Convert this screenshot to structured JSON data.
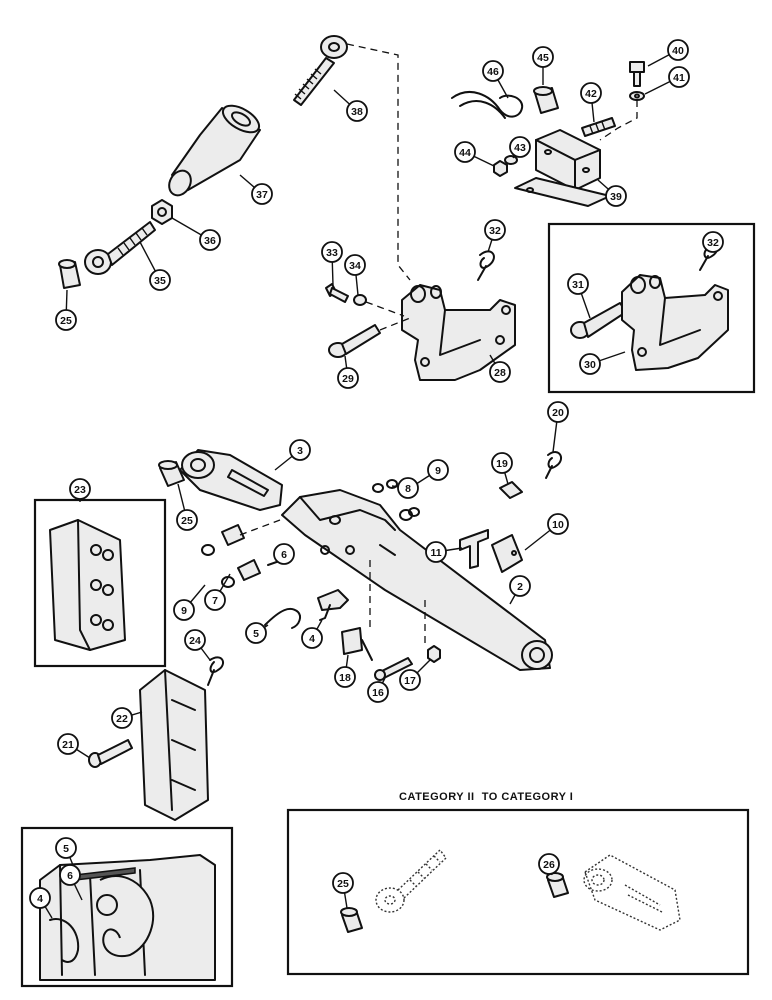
{
  "inset_caption": "CATEGORY II  TO CATEGORY I",
  "callouts": [
    {
      "label": "38"
    },
    {
      "label": "46"
    },
    {
      "label": "45"
    },
    {
      "label": "40"
    },
    {
      "label": "42"
    },
    {
      "label": "41"
    },
    {
      "label": "43"
    },
    {
      "label": "44"
    },
    {
      "label": "39"
    },
    {
      "label": "37"
    },
    {
      "label": "36"
    },
    {
      "label": "35"
    },
    {
      "label": "25"
    },
    {
      "label": "33"
    },
    {
      "label": "34"
    },
    {
      "label": "32"
    },
    {
      "label": "29"
    },
    {
      "label": "28"
    },
    {
      "label": "32"
    },
    {
      "label": "31"
    },
    {
      "label": "30"
    },
    {
      "label": "3"
    },
    {
      "label": "25"
    },
    {
      "label": "9"
    },
    {
      "label": "8"
    },
    {
      "label": "19"
    },
    {
      "label": "20"
    },
    {
      "label": "10"
    },
    {
      "label": "11"
    },
    {
      "label": "2"
    },
    {
      "label": "23"
    },
    {
      "label": "6"
    },
    {
      "label": "9"
    },
    {
      "label": "7"
    },
    {
      "label": "4"
    },
    {
      "label": "5"
    },
    {
      "label": "18"
    },
    {
      "label": "16"
    },
    {
      "label": "17"
    },
    {
      "label": "24"
    },
    {
      "label": "22"
    },
    {
      "label": "21"
    },
    {
      "label": "5"
    },
    {
      "label": "6"
    },
    {
      "label": "4"
    },
    {
      "label": "25"
    },
    {
      "label": "26"
    }
  ]
}
